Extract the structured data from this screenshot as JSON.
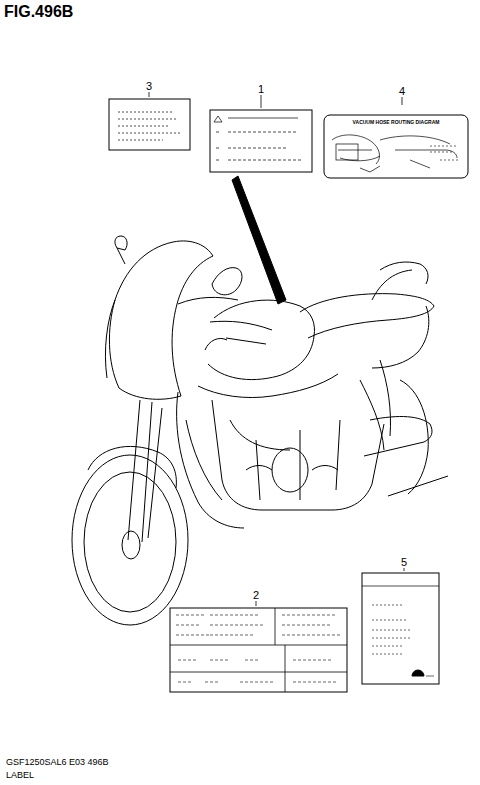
{
  "diagram": {
    "title": "FIG.496B",
    "caption": "GSF1250SAL6 E03 496B",
    "labels": [
      "3",
      "1",
      "4",
      "VACUUM HOSE ROUTING DIAGRAM",
      "2",
      "5",
      "LABEL"
    ]
  }
}
